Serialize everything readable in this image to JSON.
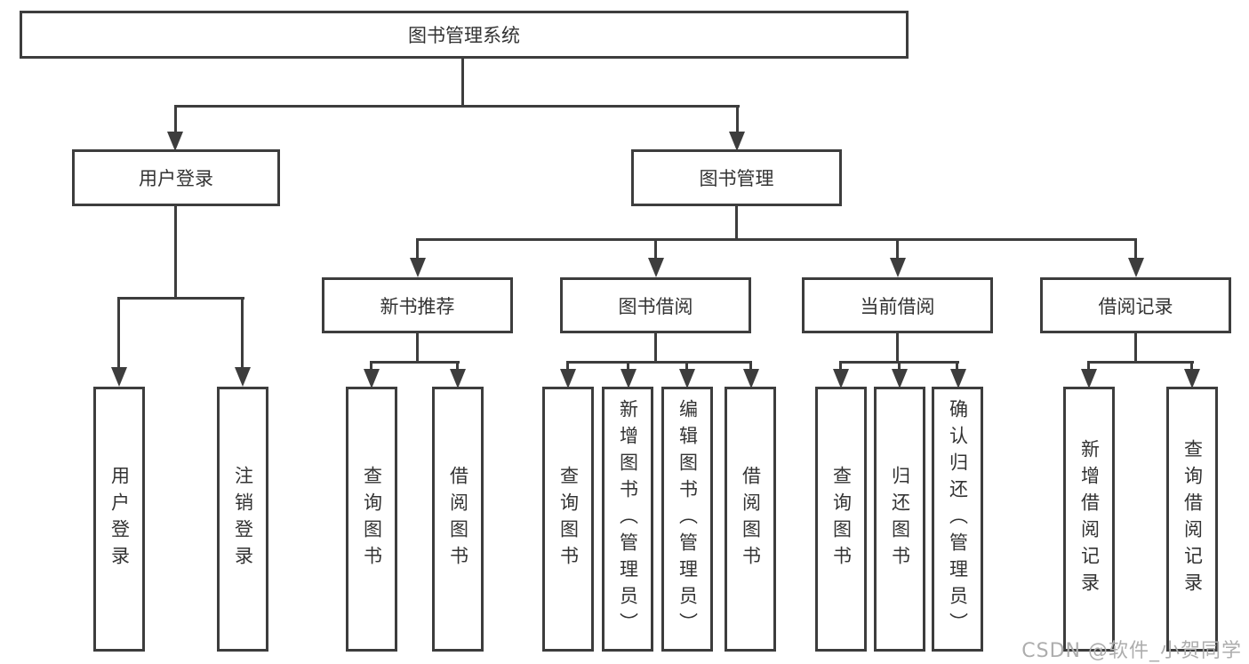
{
  "diagram": {
    "root": {
      "label": "图书管理系统"
    },
    "level2": [
      {
        "label": "用户登录"
      },
      {
        "label": "图书管理"
      }
    ],
    "level3": [
      {
        "label": "新书推荐"
      },
      {
        "label": "图书借阅"
      },
      {
        "label": "当前借阅"
      },
      {
        "label": "借阅记录"
      }
    ],
    "leaves_login": [
      "用户登录",
      "注销登录"
    ],
    "leaves_newbook": [
      "查询图书",
      "借阅图书"
    ],
    "leaves_borrow": [
      "查询图书",
      "新增图书（管理员）",
      "编辑图书（管理员）",
      "借阅图书"
    ],
    "leaves_current": [
      "查询图书",
      "归还图书",
      "确认归还（管理员）"
    ],
    "leaves_record": [
      "新增借阅记录",
      "查询借阅记录"
    ],
    "watermark": "CSDN @软件_小贺同学",
    "colors": {
      "line": "#3d3d3d",
      "text": "#333333",
      "watermark": "#adadad",
      "background": "#ffffff"
    }
  }
}
